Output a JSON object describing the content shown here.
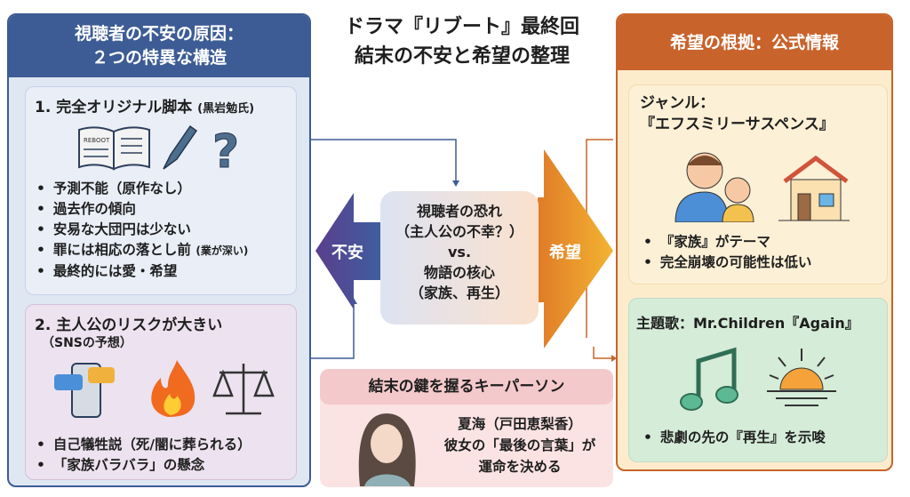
{
  "title": {
    "line1": "ドラマ『リブート』最終回",
    "line2": "結末の不安と希望の整理"
  },
  "left_panel": {
    "header_line1": "視聴者の不安の原因：",
    "header_line2": "２つの特異な構造",
    "section1": {
      "title": "1. 完全オリジナル脚本",
      "title_note": "(黒岩勉氏)",
      "book_label": "REBOOT",
      "bullets": [
        "予測不能（原作なし）",
        "過去作の傾向",
        "安易な大団円は少ない",
        "罪には相応の落とし前",
        "最終的には愛・希望"
      ],
      "bullet4_note": "(業が深い)"
    },
    "section2": {
      "title": "2. 主人公のリスクが大きい",
      "subtitle": "（SNSの予想）",
      "bullets": [
        "自己犠牲説（死/闇に葬られる）",
        "「家族バラバラ」の懸念"
      ]
    }
  },
  "center": {
    "left_arrow": "不安",
    "right_arrow": "希望",
    "lines": [
      "視聴者の恐れ",
      "（主人公の不幸？）",
      "vs.",
      "物語の核心",
      "（家族、再生）"
    ]
  },
  "key_person": {
    "title": "結末の鍵を握るキーパーソン",
    "name": "夏海（戸田恵梨香）",
    "line1": "彼女の「最後の言葉」が",
    "line2": "運命を決める"
  },
  "right_panel": {
    "header": "希望の根拠：公式情報",
    "genre": {
      "title_line1": "ジャンル：",
      "title_line2": "『エフスミリーサスペンス』",
      "bullets": [
        "『家族』がテーマ",
        "完全崩壊の可能性は低い"
      ]
    },
    "theme": {
      "title": "主題歌：Mr.Children『Again』",
      "bullets": [
        "悲劇の先の『再生』を示唆"
      ]
    }
  },
  "colors": {
    "blue": "#3d5c95",
    "orange": "#c8632c",
    "purple": "#5a3f8c",
    "green": "#d5ecd8"
  }
}
